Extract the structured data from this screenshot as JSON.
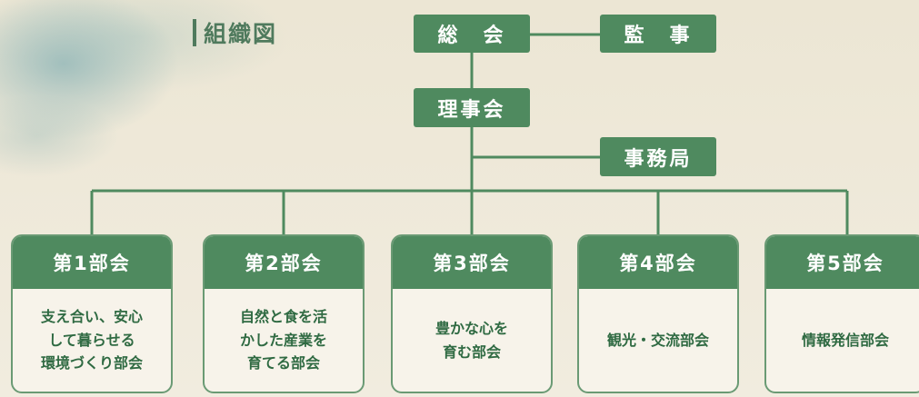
{
  "title": "組織図",
  "nodes": {
    "general_meeting": "総　会",
    "auditor": "監　事",
    "board": "理事会",
    "secretariat": "事務局"
  },
  "departments": [
    {
      "name": "第1部会",
      "desc": "支え合い、安心\nして暮らせる\n環境づくり部会"
    },
    {
      "name": "第2部会",
      "desc": "自然と食を活\nかした産業を\n育てる部会"
    },
    {
      "name": "第3部会",
      "desc": "豊かな心を\n育む部会"
    },
    {
      "name": "第4部会",
      "desc": "観光・交流部会"
    },
    {
      "name": "第5部会",
      "desc": "情報発信部会"
    }
  ],
  "colors": {
    "primary": "#4f8a5f",
    "line": "#4f8a5f",
    "text": "#2f6a42"
  }
}
